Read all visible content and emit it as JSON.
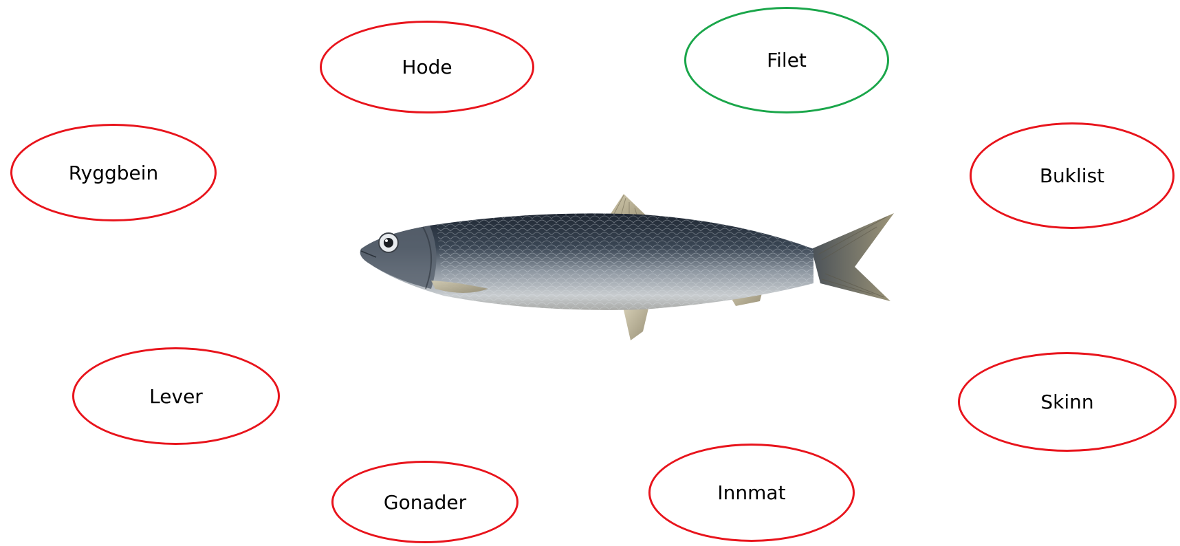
{
  "colors": {
    "incorrect": "#e8141c",
    "correct": "#1aa64a",
    "fish_back": "#2a3340",
    "fish_belly": "#c8ccd0",
    "fin": "#b8ad8c"
  },
  "diagram": {
    "labels": [
      {
        "id": "hode",
        "text": "Hode",
        "status": "incorrect"
      },
      {
        "id": "filet",
        "text": "Filet",
        "status": "correct"
      },
      {
        "id": "ryggbein",
        "text": "Ryggbein",
        "status": "incorrect"
      },
      {
        "id": "buklist",
        "text": "Buklist",
        "status": "incorrect"
      },
      {
        "id": "lever",
        "text": "Lever",
        "status": "incorrect"
      },
      {
        "id": "skinn",
        "text": "Skinn",
        "status": "incorrect"
      },
      {
        "id": "gonader",
        "text": "Gonader",
        "status": "incorrect"
      },
      {
        "id": "innmat",
        "text": "Innmat",
        "status": "incorrect"
      }
    ],
    "image": {
      "subject": "herring-fish-image"
    }
  }
}
